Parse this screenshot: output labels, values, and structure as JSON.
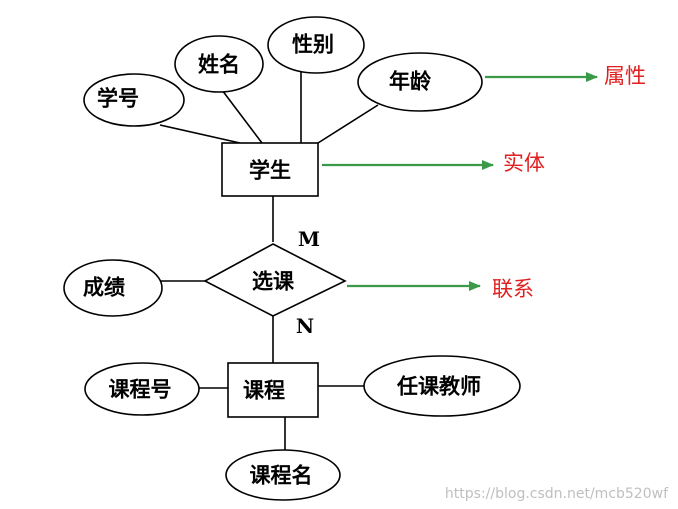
{
  "diagram": {
    "entities": {
      "student": "学生",
      "course": "课程"
    },
    "relationship": "选课",
    "attributes": {
      "student_id": "学号",
      "name": "姓名",
      "gender": "性别",
      "age": "年龄",
      "grade": "成绩",
      "course_id": "课程号",
      "teacher": "任课教师",
      "course_name": "课程名"
    },
    "cardinality": {
      "student_side": "M",
      "course_side": "N"
    },
    "legend": {
      "attribute": "属性",
      "entity": "实体",
      "relationship": "联系"
    },
    "watermark": "https://blog.csdn.net/mcb520wf",
    "colors": {
      "arrow": "#3a9a4a",
      "legend_text": "#e02020",
      "watermark": "#bfbfbf"
    }
  }
}
